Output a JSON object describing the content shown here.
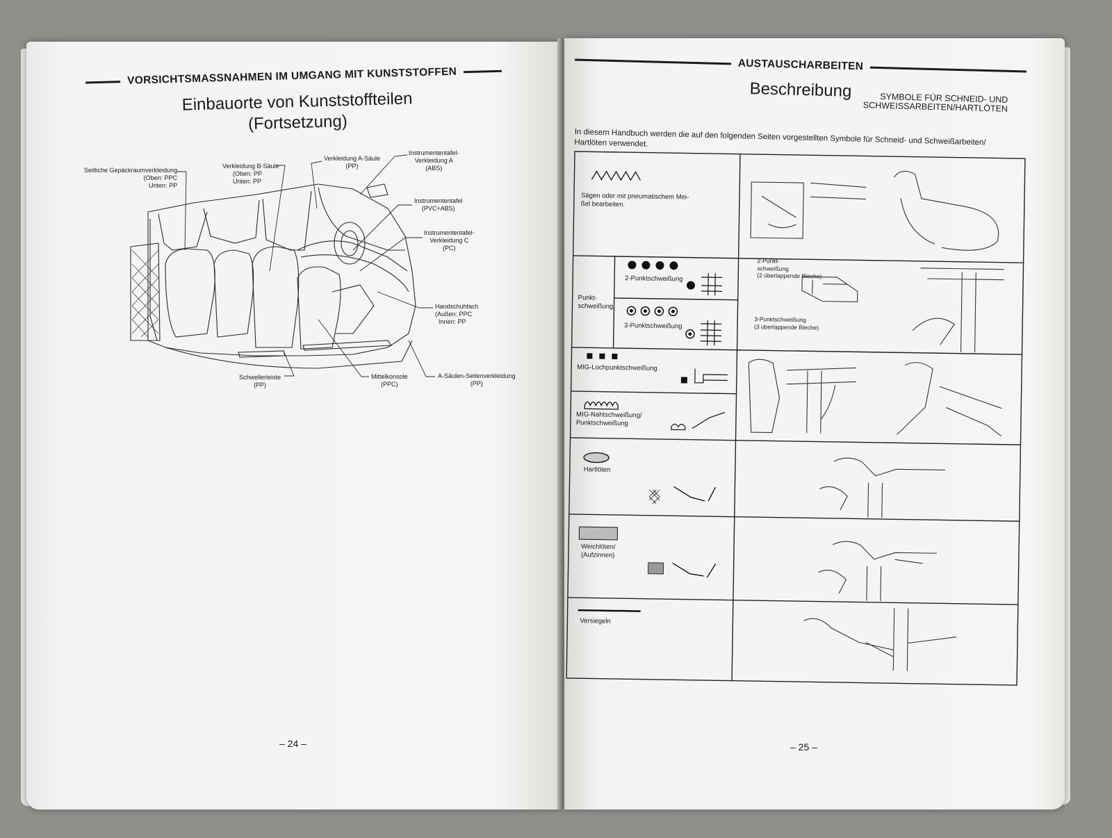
{
  "left_page": {
    "header": "VORSICHTSMASSNAHMEN IM UMGANG MIT KUNSTSTOFFEN",
    "title_line1": "Einbauorte von Kunststoffteilen",
    "title_line2": "(Fortsetzung)",
    "callouts": {
      "gepaeck": {
        "l1": "Seitliche Gepäckraumverkleidung",
        "l2": "(Oben: PPC",
        "l3": "Unten: PP"
      },
      "b_saeule": {
        "l1": "Verkleidung B-Säule",
        "l2": "(Oben: PP",
        "l3": "Unten: PP"
      },
      "a_saeule": {
        "l1": "Verkleidung A-Säule",
        "l2": "(PP)"
      },
      "instr_a": {
        "l1": "Instrumententafel-",
        "l2": "Verkleidung A",
        "l3": "(ABS)"
      },
      "instr": {
        "l1": "Instrumententafel",
        "l2": "(PVC+ABS)"
      },
      "instr_c": {
        "l1": "Instrumententafel-",
        "l2": "Verkleidung C",
        "l3": "(PC)"
      },
      "handschuh": {
        "l1": "Handschuhfach",
        "l2": "(Außen: PPC",
        "l3": "Innen: PP"
      },
      "schweller": {
        "l1": "Schwellerleiste",
        "l2": "(PP)"
      },
      "mittel": {
        "l1": "Mittelkonsole",
        "l2": "(PPC)"
      },
      "a_seiten": {
        "l1": "A-Säulen-Seitenverkleidung",
        "l2": "(PP)"
      }
    },
    "page_number": "– 24 –"
  },
  "right_page": {
    "header": "AUSTAUSCHARBEITEN",
    "title": "Beschreibung",
    "subtitle_line1": "SYMBOLE FÜR SCHNEID- UND",
    "subtitle_line2": "SCHWEISSARBEITEN/HARTLÖTEN",
    "intro_line1": "In diesem Handbuch werden die auf den folgenden Seiten vorgestellten Symbole für Schneid- und Schweißarbeiten/",
    "intro_line2": "Hartlöten verwendet.",
    "rows": {
      "saegen": {
        "l1": "Sägen oder mit pneumatischem Mei-",
        "l2": "ßel bearbeiten."
      },
      "punkt": {
        "label_l1": "Punkt-",
        "label_l2": "schweißung",
        "two": "2-Punktschweißung",
        "three": "3-Punktschweißung"
      },
      "punkt_notes": {
        "a1": "2-Punkt-",
        "a2": "schweißung",
        "a3": "(2 überlappende Bleche)",
        "b1": "3-Punktschweißung",
        "b2": "(3 überlappende Bleche)"
      },
      "mig_loch": {
        "l1": "MIG-Lochpunktschweißung"
      },
      "mig_naht": {
        "l1": "MIG-Nahtschweißung/",
        "l2": "Punktschweißung"
      },
      "hart": {
        "l1": "Hartlöten"
      },
      "weich": {
        "l1": "Weichlöten/",
        "l2": "(Aufzinnen)"
      },
      "versiegeln": {
        "l1": "Versiegeln"
      }
    },
    "page_number": "– 25 –"
  }
}
